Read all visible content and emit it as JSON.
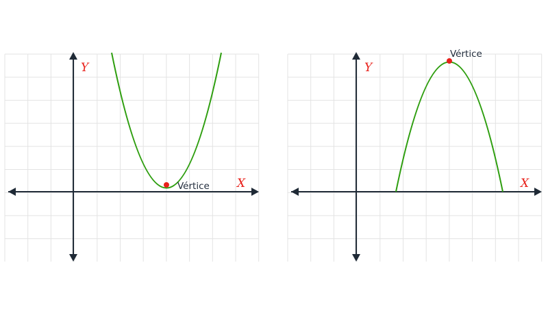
{
  "colors": {
    "grid": "#e3e3e3",
    "axis": "#1f2a36",
    "curve": "#2e9e0f",
    "vertex": "#e8201a",
    "axis_label": "#e8201a",
    "vertex_text": "#1f2a3a"
  },
  "graphs": [
    {
      "x_label": "X",
      "y_label": "Y",
      "vertex_label": "Vértice",
      "shape": "upward parabola"
    },
    {
      "x_label": "X",
      "y_label": "Y",
      "vertex_label": "Vértice",
      "shape": "downward parabola"
    }
  ]
}
